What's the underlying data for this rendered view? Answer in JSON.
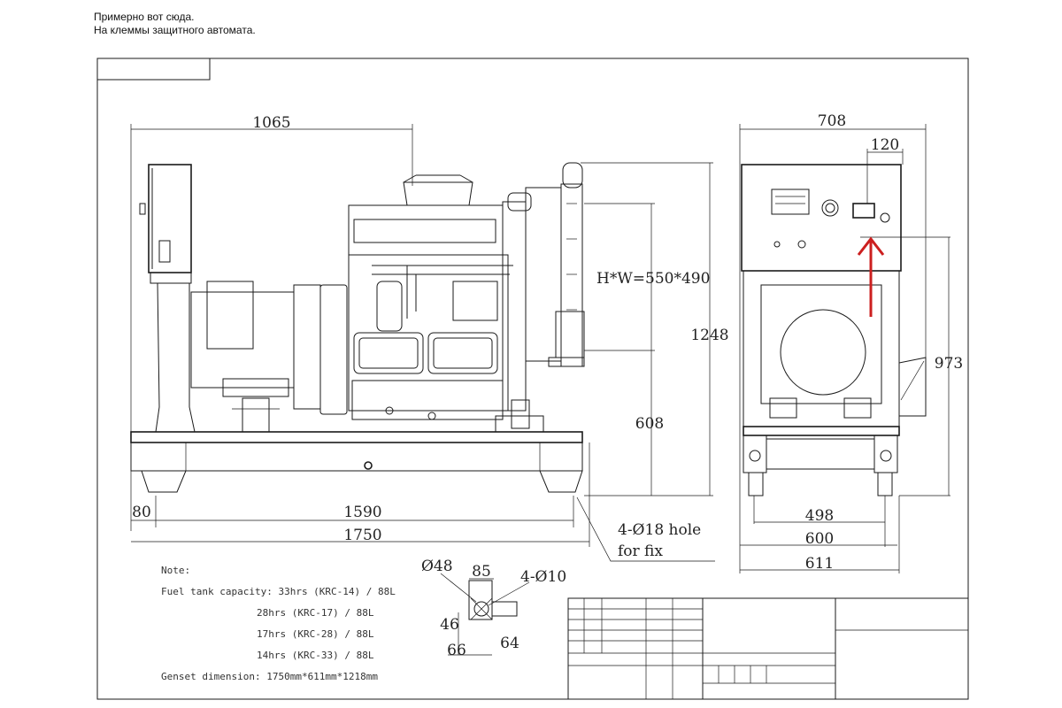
{
  "caption": {
    "line1": "Примерно вот сюда.",
    "line2": "На клеммы защитного автомата."
  },
  "colors": {
    "ink": "#1a1a1a",
    "annotation_arrow": "#cc1f1f"
  },
  "front_view": {
    "dim_top": "1065",
    "dim_radiator": "H*W=550*490",
    "dim_height": "1248",
    "dim_base_height": "608",
    "dim_offset": "80",
    "dim_mount": "1590",
    "dim_length": "1750",
    "hole_note_1": "4-Ø18 hole",
    "hole_note_2": "for fix"
  },
  "side_view": {
    "dim_width": "708",
    "dim_panel": "120",
    "dim_height": "973",
    "dim_inner": "498",
    "dim_base": "600",
    "dim_total": "611"
  },
  "detail": {
    "dim_slot": "Ø48",
    "dim_top": "85",
    "dim_holes": "4-Ø10",
    "dim_side": "46",
    "dim_bottom": "66",
    "dim_right": "64"
  },
  "notes": {
    "title": "Note:",
    "fuel_1": "Fuel tank capacity: 33hrs (KRC-14) / 88L",
    "fuel_2": "28hrs (KRC-17) / 88L",
    "fuel_3": "17hrs (KRC-28) / 88L",
    "fuel_4": "14hrs (KRC-33) / 88L",
    "dimension": "Genset dimension: 1750mm*611mm*1218mm"
  }
}
